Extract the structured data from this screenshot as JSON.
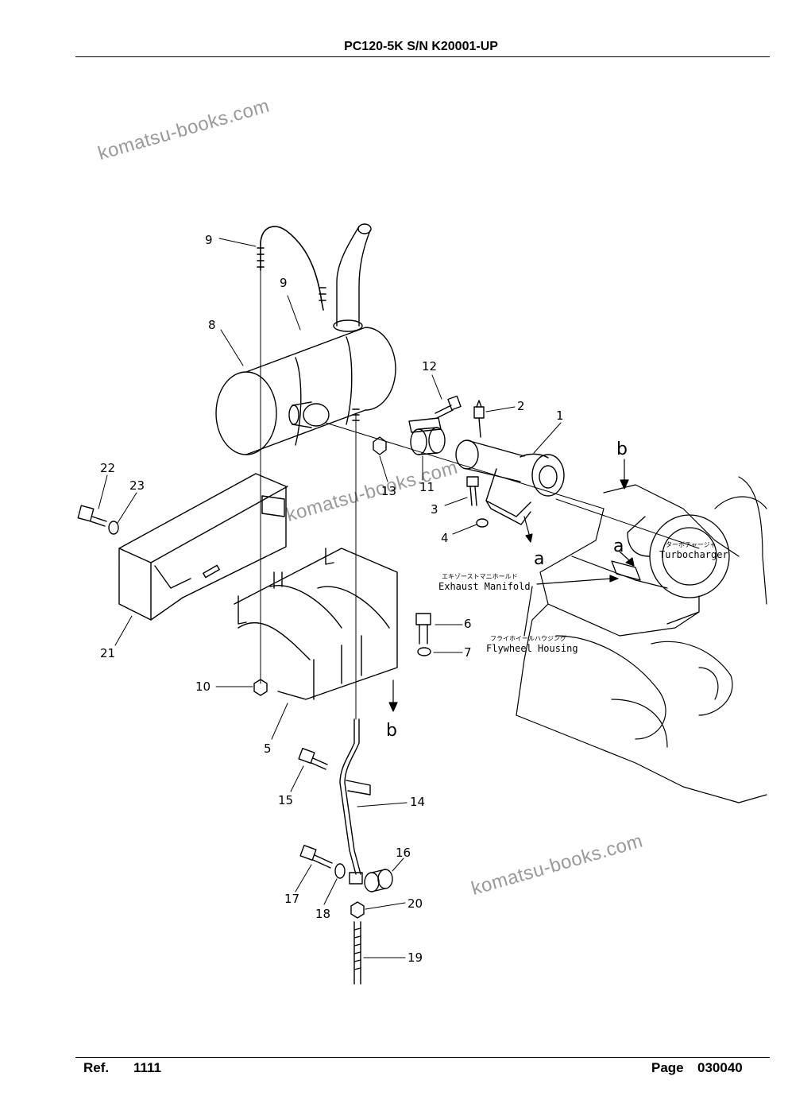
{
  "header": {
    "title": "PC120-5K S/N K20001-UP"
  },
  "footer": {
    "ref_label": "Ref.",
    "ref_value": "1111",
    "page_label": "Page",
    "page_value": "030040"
  },
  "watermarks": [
    "komatsu-books.com",
    "komatsu-books.com",
    "komatsu-books.com"
  ],
  "callouts": [
    "1",
    "2",
    "3",
    "4",
    "5",
    "6",
    "7",
    "8",
    "9",
    "9",
    "10",
    "11",
    "12",
    "13",
    "14",
    "15",
    "16",
    "17",
    "18",
    "19",
    "20",
    "21",
    "22",
    "23"
  ],
  "letters": [
    "b",
    "a",
    "a",
    "b"
  ],
  "annotations": {
    "turbo_jp": "ターボチャージャ",
    "turbo_en": "Turbocharger",
    "exhaust_jp": "エキゾーストマニホールド",
    "exhaust_en": "Exhaust Manifold",
    "flywheel_jp": "フライホイールハウジング",
    "flywheel_en": "Flywheel Housing"
  }
}
